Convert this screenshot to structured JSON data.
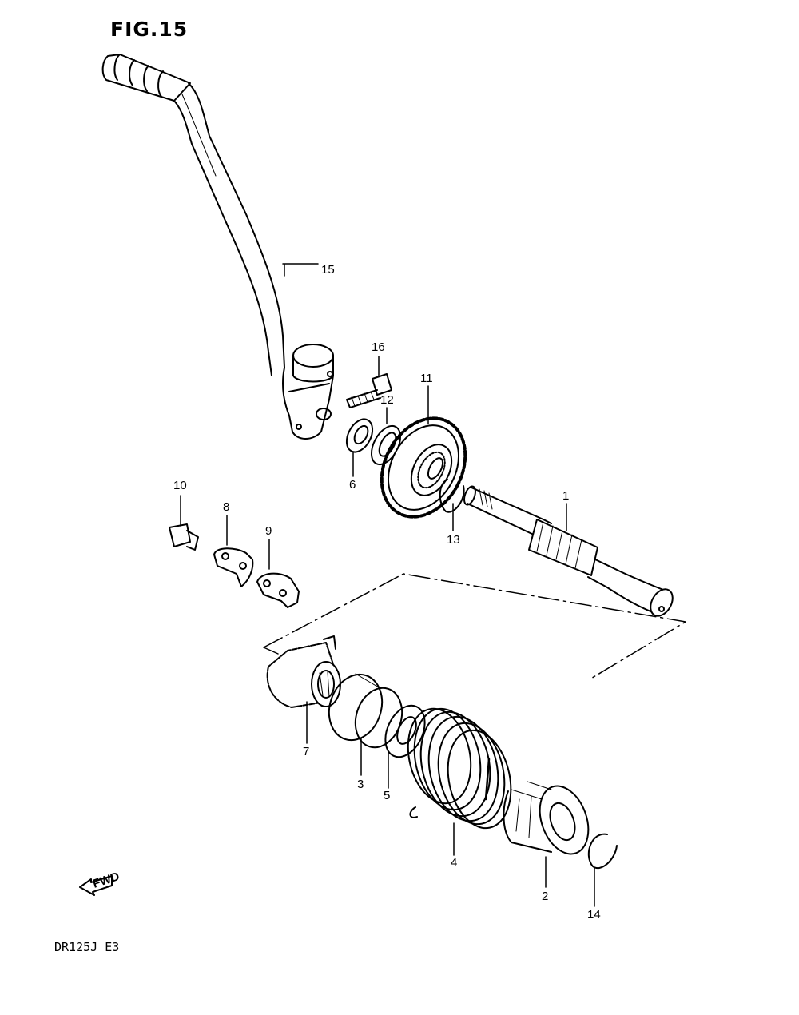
{
  "figure": {
    "title": "FIG.15",
    "model_code": "DR125J E3",
    "fwd_label": "FWD"
  },
  "callouts": [
    {
      "num": "1",
      "part": "kick-starter-shaft"
    },
    {
      "num": "2",
      "part": "spring-guide"
    },
    {
      "num": "3",
      "part": "spring"
    },
    {
      "num": "4",
      "part": "kick-starter-spring"
    },
    {
      "num": "5",
      "part": "washer"
    },
    {
      "num": "6",
      "part": "oil-seal"
    },
    {
      "num": "7",
      "part": "kick-starter-drive-gear"
    },
    {
      "num": "8",
      "part": "guide-plate"
    },
    {
      "num": "9",
      "part": "stopper-plate"
    },
    {
      "num": "10",
      "part": "bolt"
    },
    {
      "num": "11",
      "part": "kick-starter-idle-gear"
    },
    {
      "num": "12",
      "part": "washer"
    },
    {
      "num": "13",
      "part": "circlip"
    },
    {
      "num": "14",
      "part": "circlip"
    },
    {
      "num": "15",
      "part": "kick-starter-lever"
    },
    {
      "num": "16",
      "part": "bolt"
    }
  ]
}
